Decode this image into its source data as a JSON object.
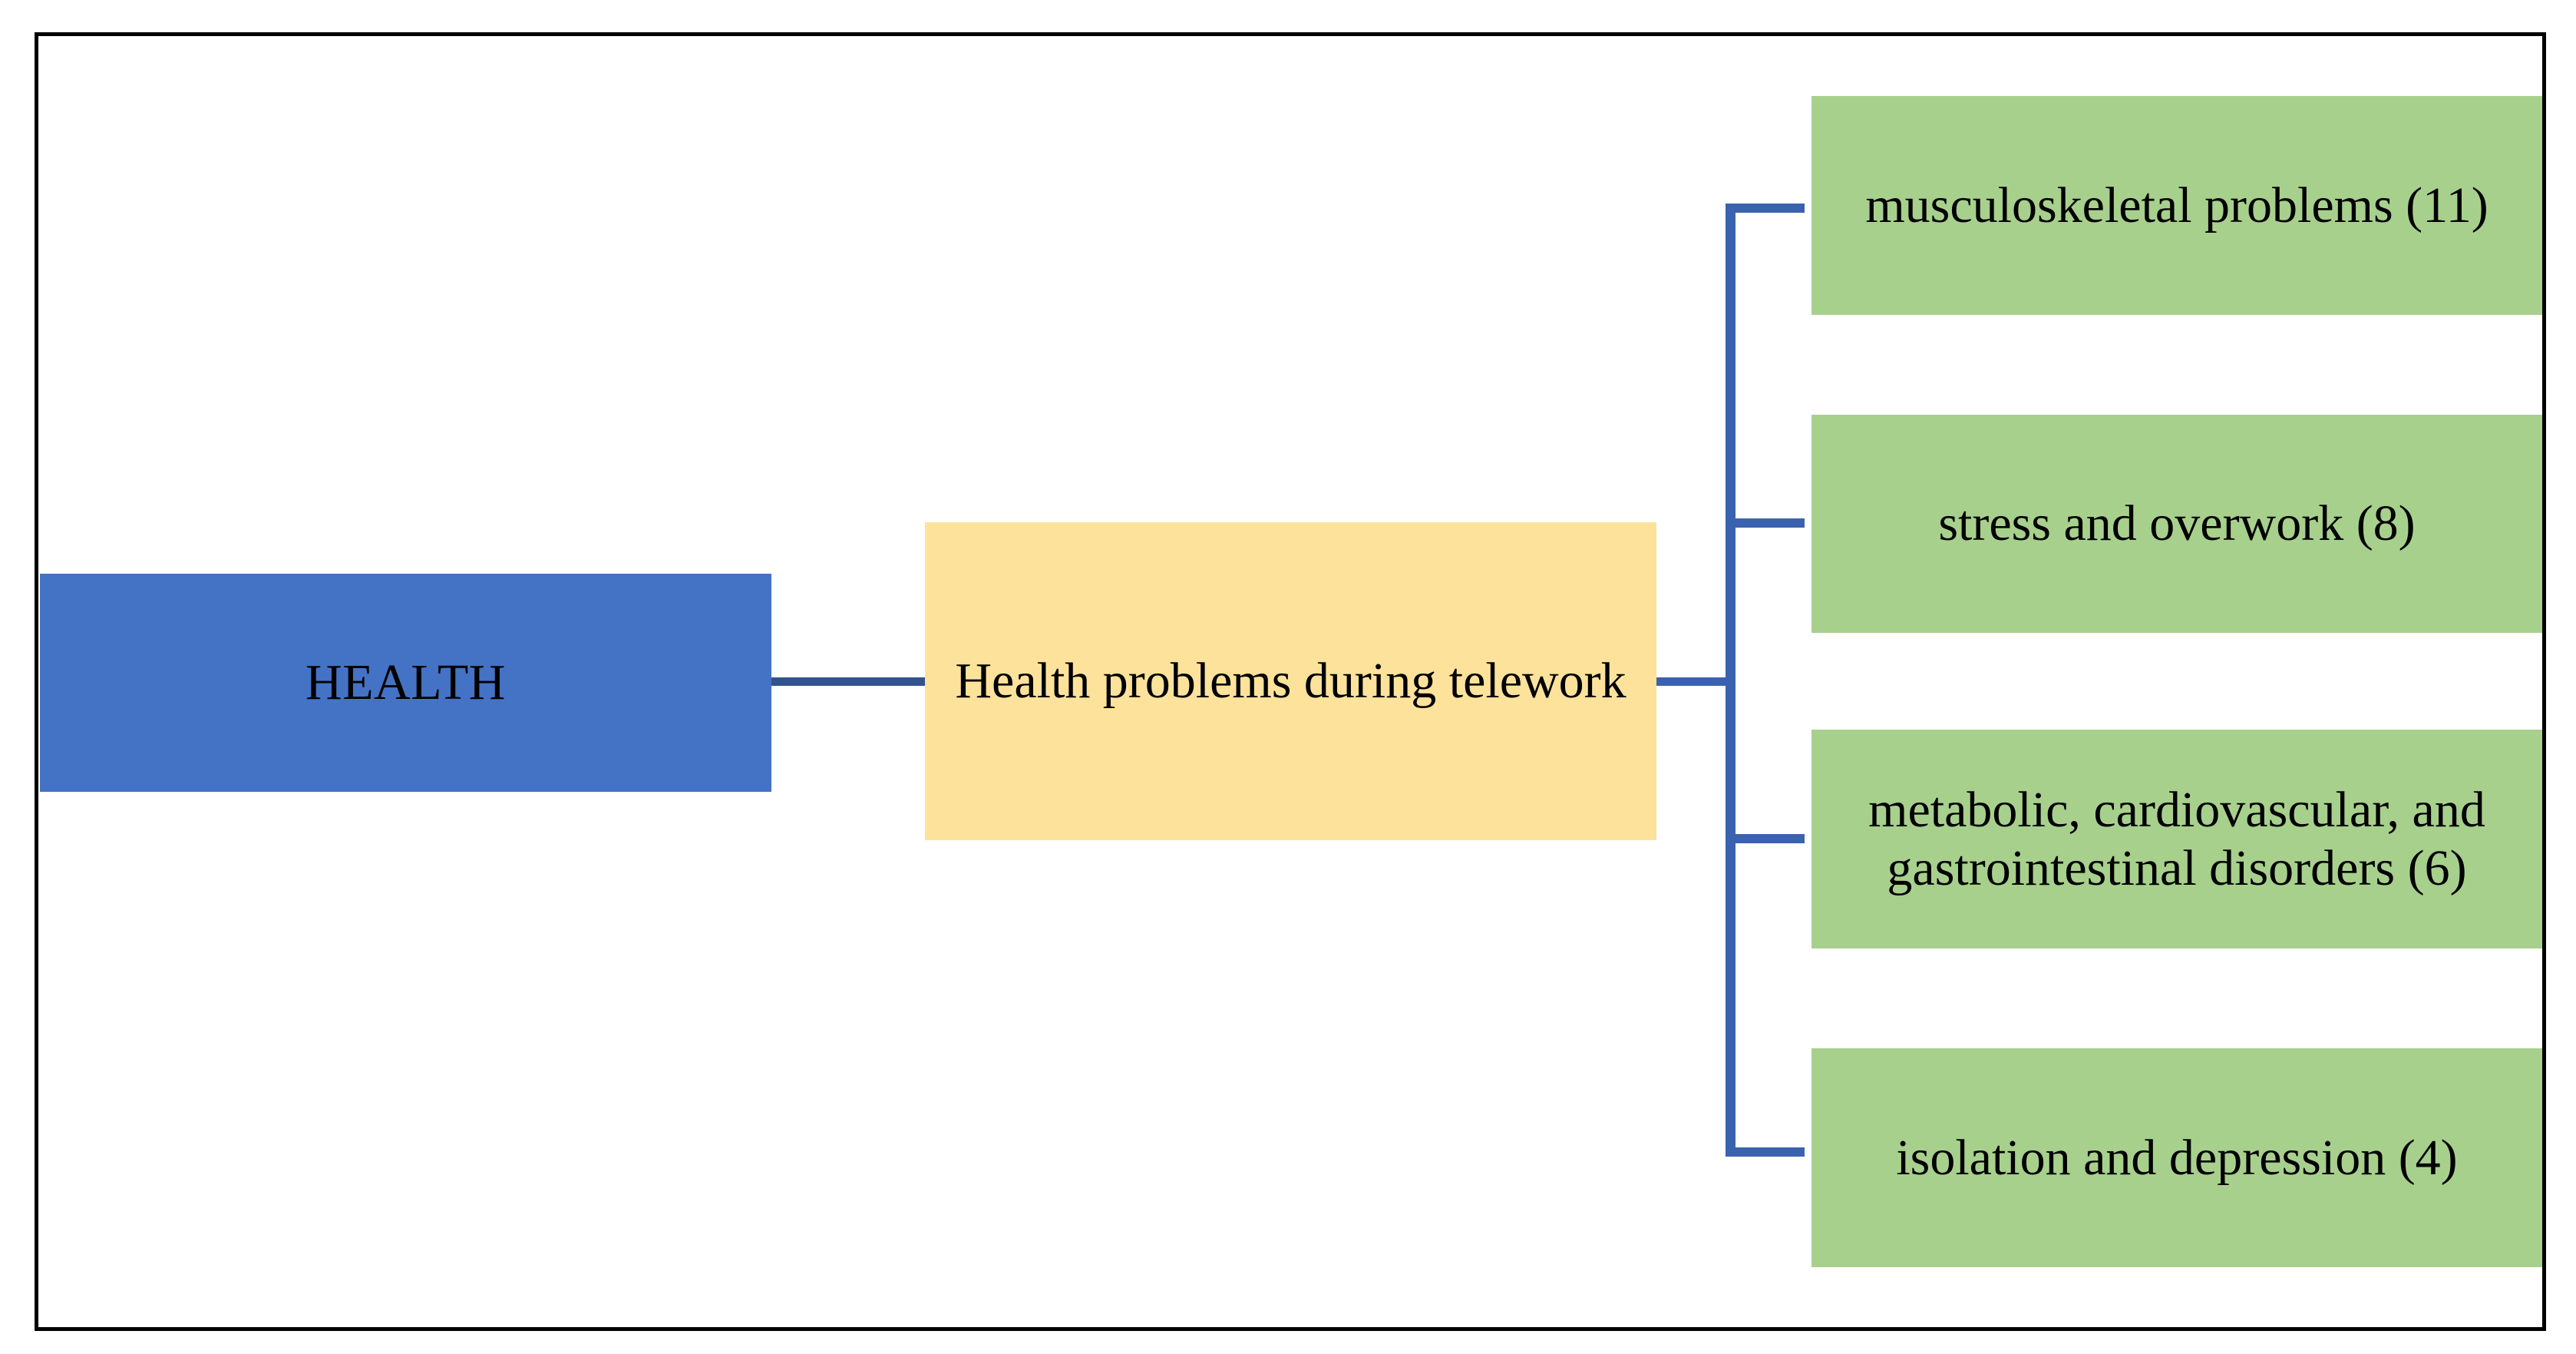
{
  "diagram": {
    "type": "hierarchy-tree",
    "orientation": "left-to-right",
    "title_node": "HEALTH",
    "colors": {
      "root_fill": "#4472C4",
      "branch_fill": "#FCE29B",
      "leaf_fill": "#A8D08D",
      "connector": "#3A62AE",
      "frame_border": "#000000",
      "text": "#000000",
      "background": "#FFFFFF"
    },
    "root": {
      "label": "HEALTH"
    },
    "branch": {
      "label": "Health problems during telework"
    },
    "leaves": [
      {
        "label": "musculoskeletal problems (11)",
        "topic": "musculoskeletal problems",
        "count": 11
      },
      {
        "label": "stress and overwork (8)",
        "topic": "stress and overwork",
        "count": 8
      },
      {
        "label": "metabolic, cardiovascular, and gastrointestinal disorders (6)",
        "topic": "metabolic, cardiovascular, and gastrointestinal disorders",
        "count": 6
      },
      {
        "label": "isolation and depression (4)",
        "topic": "isolation and depression",
        "count": 4
      }
    ]
  }
}
